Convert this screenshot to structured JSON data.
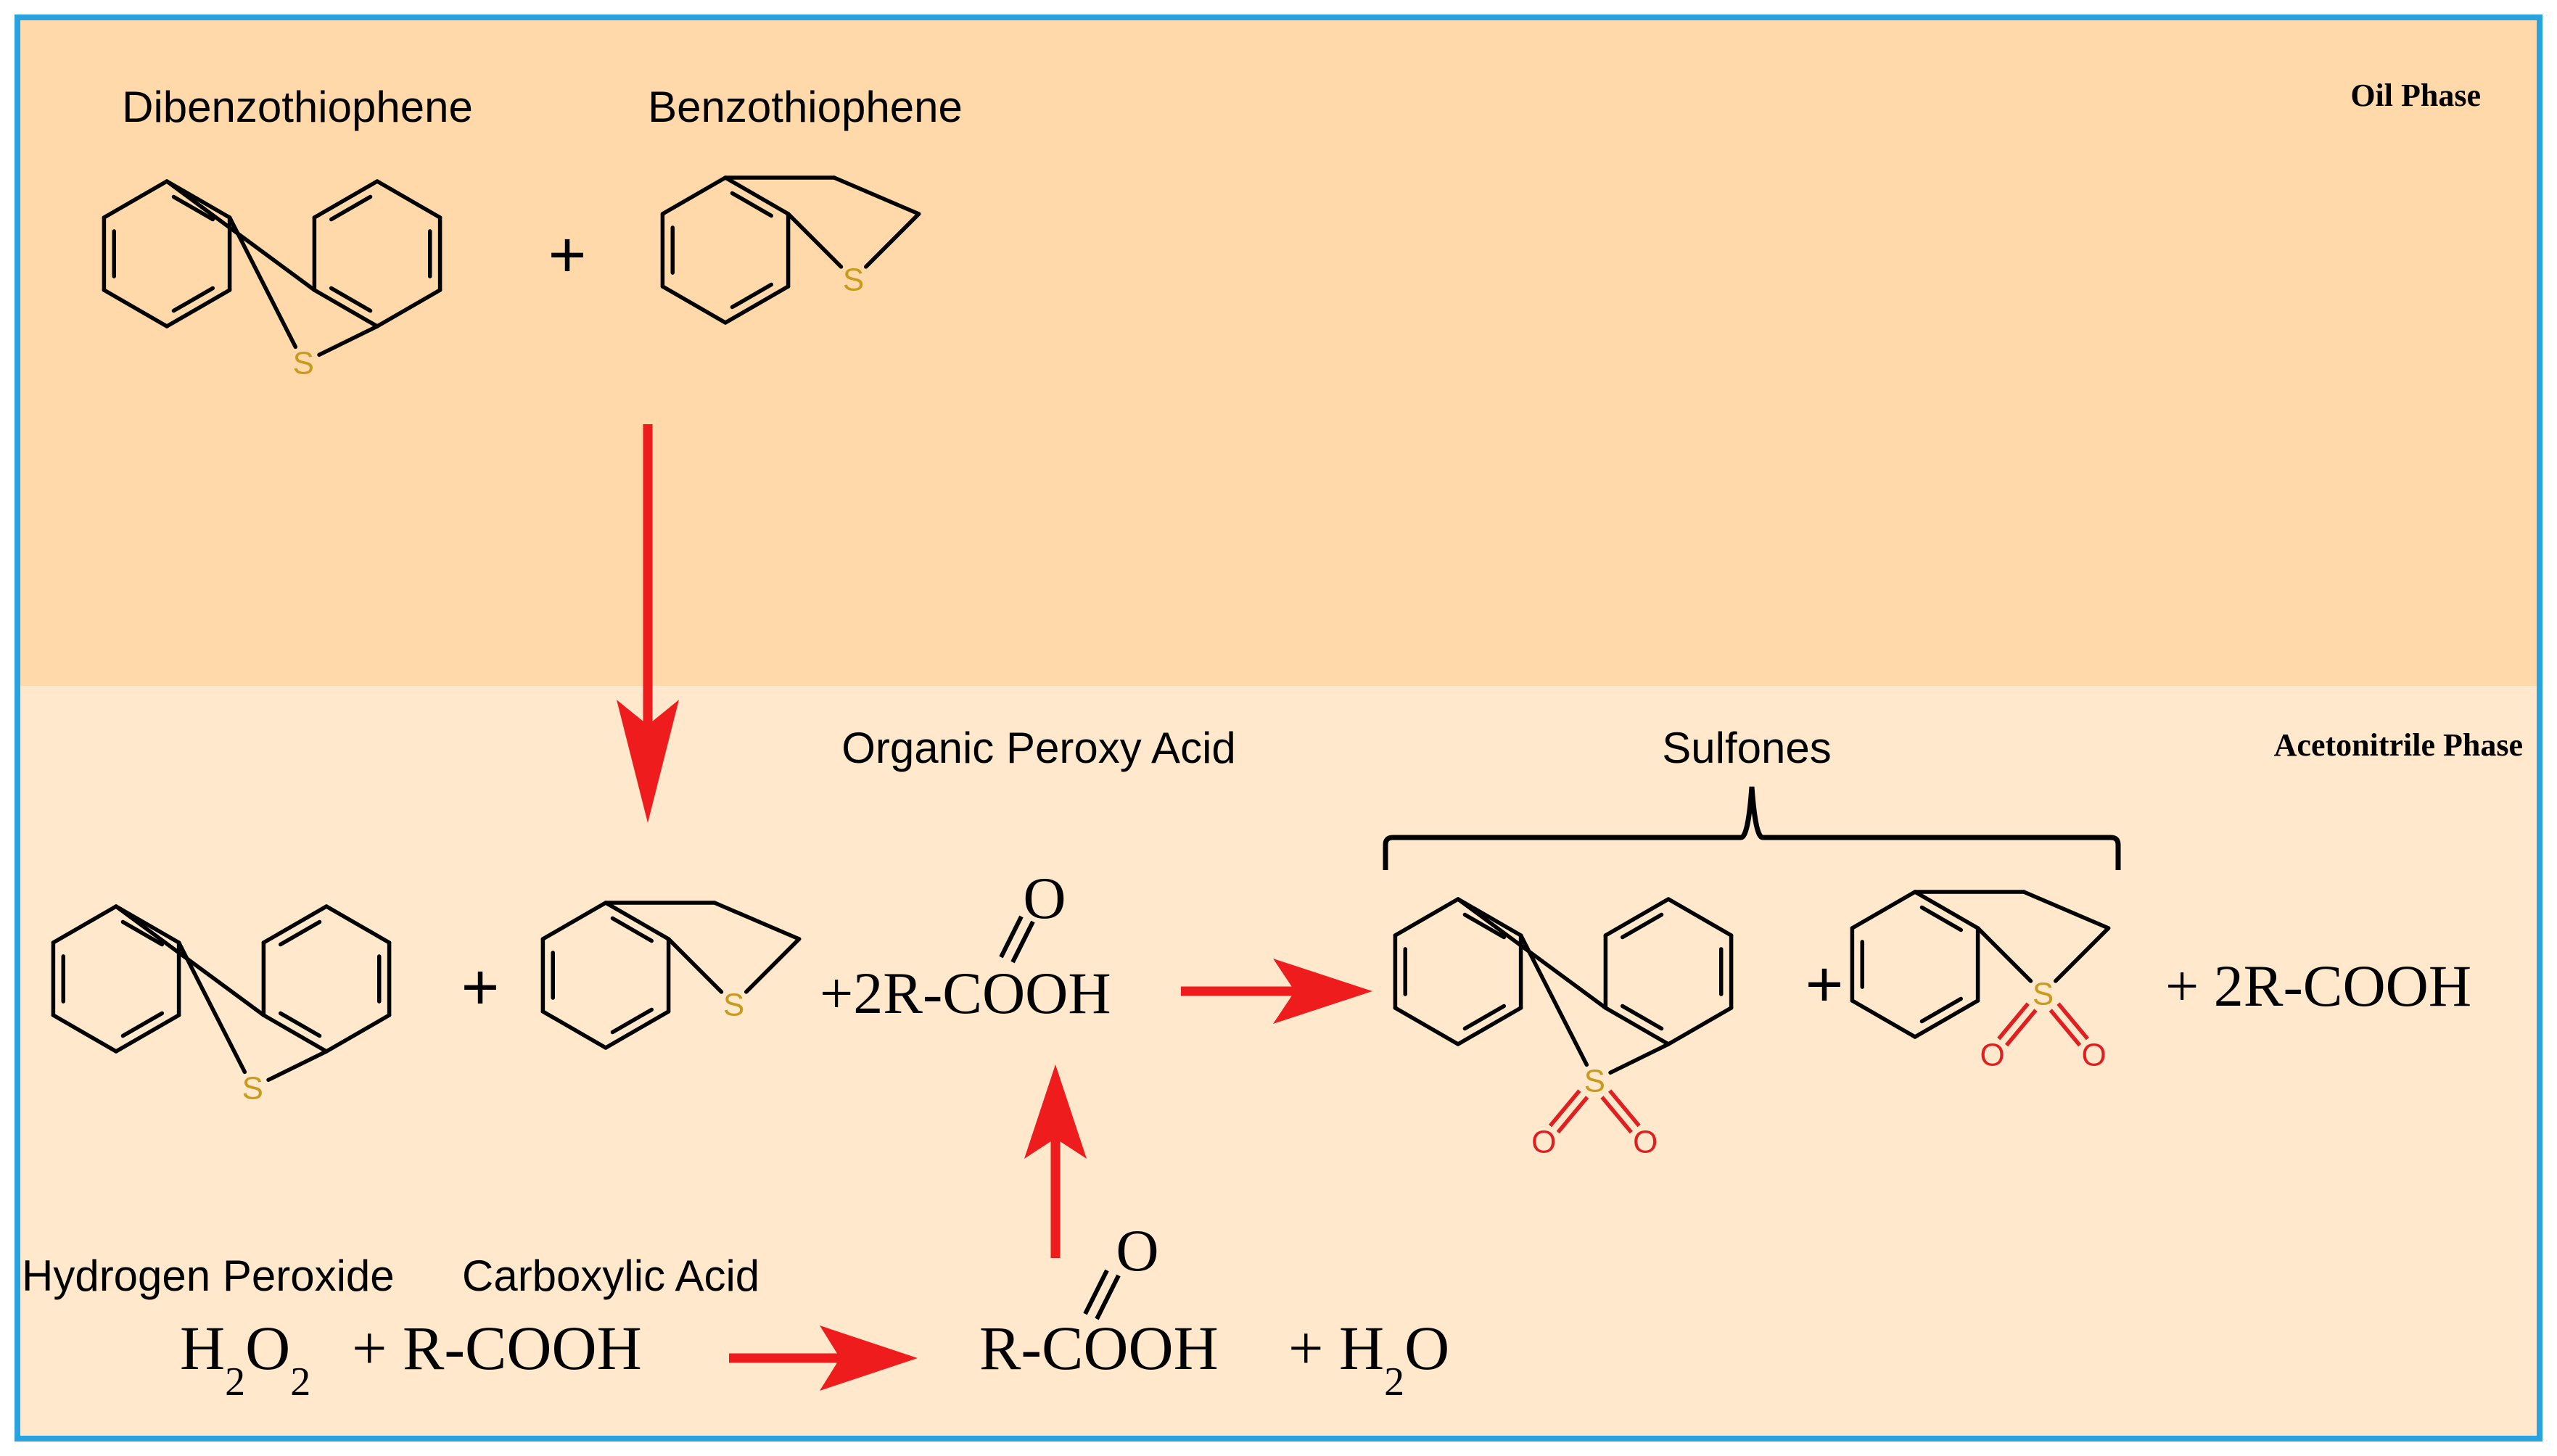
{
  "phases": {
    "oil": {
      "label": "Oil Phase",
      "color": "#FFD9AA"
    },
    "acetonitrile": {
      "label": "Acetonitrile Phase",
      "color": "#FFE8CC"
    }
  },
  "colors": {
    "frame": "#29A3E0",
    "arrow": "#EE1C1C",
    "sulfur": "#C89B1E",
    "oxygen": "#E02020",
    "ink": "#000000"
  },
  "oil_phase": {
    "labels": {
      "dibenzothiophene": "Dibenzothiophene",
      "benzothiophene": "Benzothiophene"
    },
    "plus": "+"
  },
  "acetonitrile_phase": {
    "title_peroxy": "Organic Peroxy Acid",
    "title_sulfones": "Sulfones",
    "plus": "+",
    "reagent": "+2R-COOH",
    "carbonyl_o": "O",
    "product_acid": "+ 2R-COOH",
    "formation": {
      "label_h2o2": "Hydrogen Peroxide",
      "label_acid": "Carboxylic Acid",
      "h2o2": {
        "h": "H",
        "sub1": "2",
        "o": "O",
        "sub2": "2"
      },
      "plus_acid": "+ R-COOH",
      "peracid": "R-COOH",
      "carbonyl_o": "O",
      "water": {
        "plus": "+ ",
        "h": "H",
        "sub": "2",
        "o": "O"
      }
    }
  },
  "atoms": {
    "sulfur": "S",
    "oxygen": "O"
  }
}
